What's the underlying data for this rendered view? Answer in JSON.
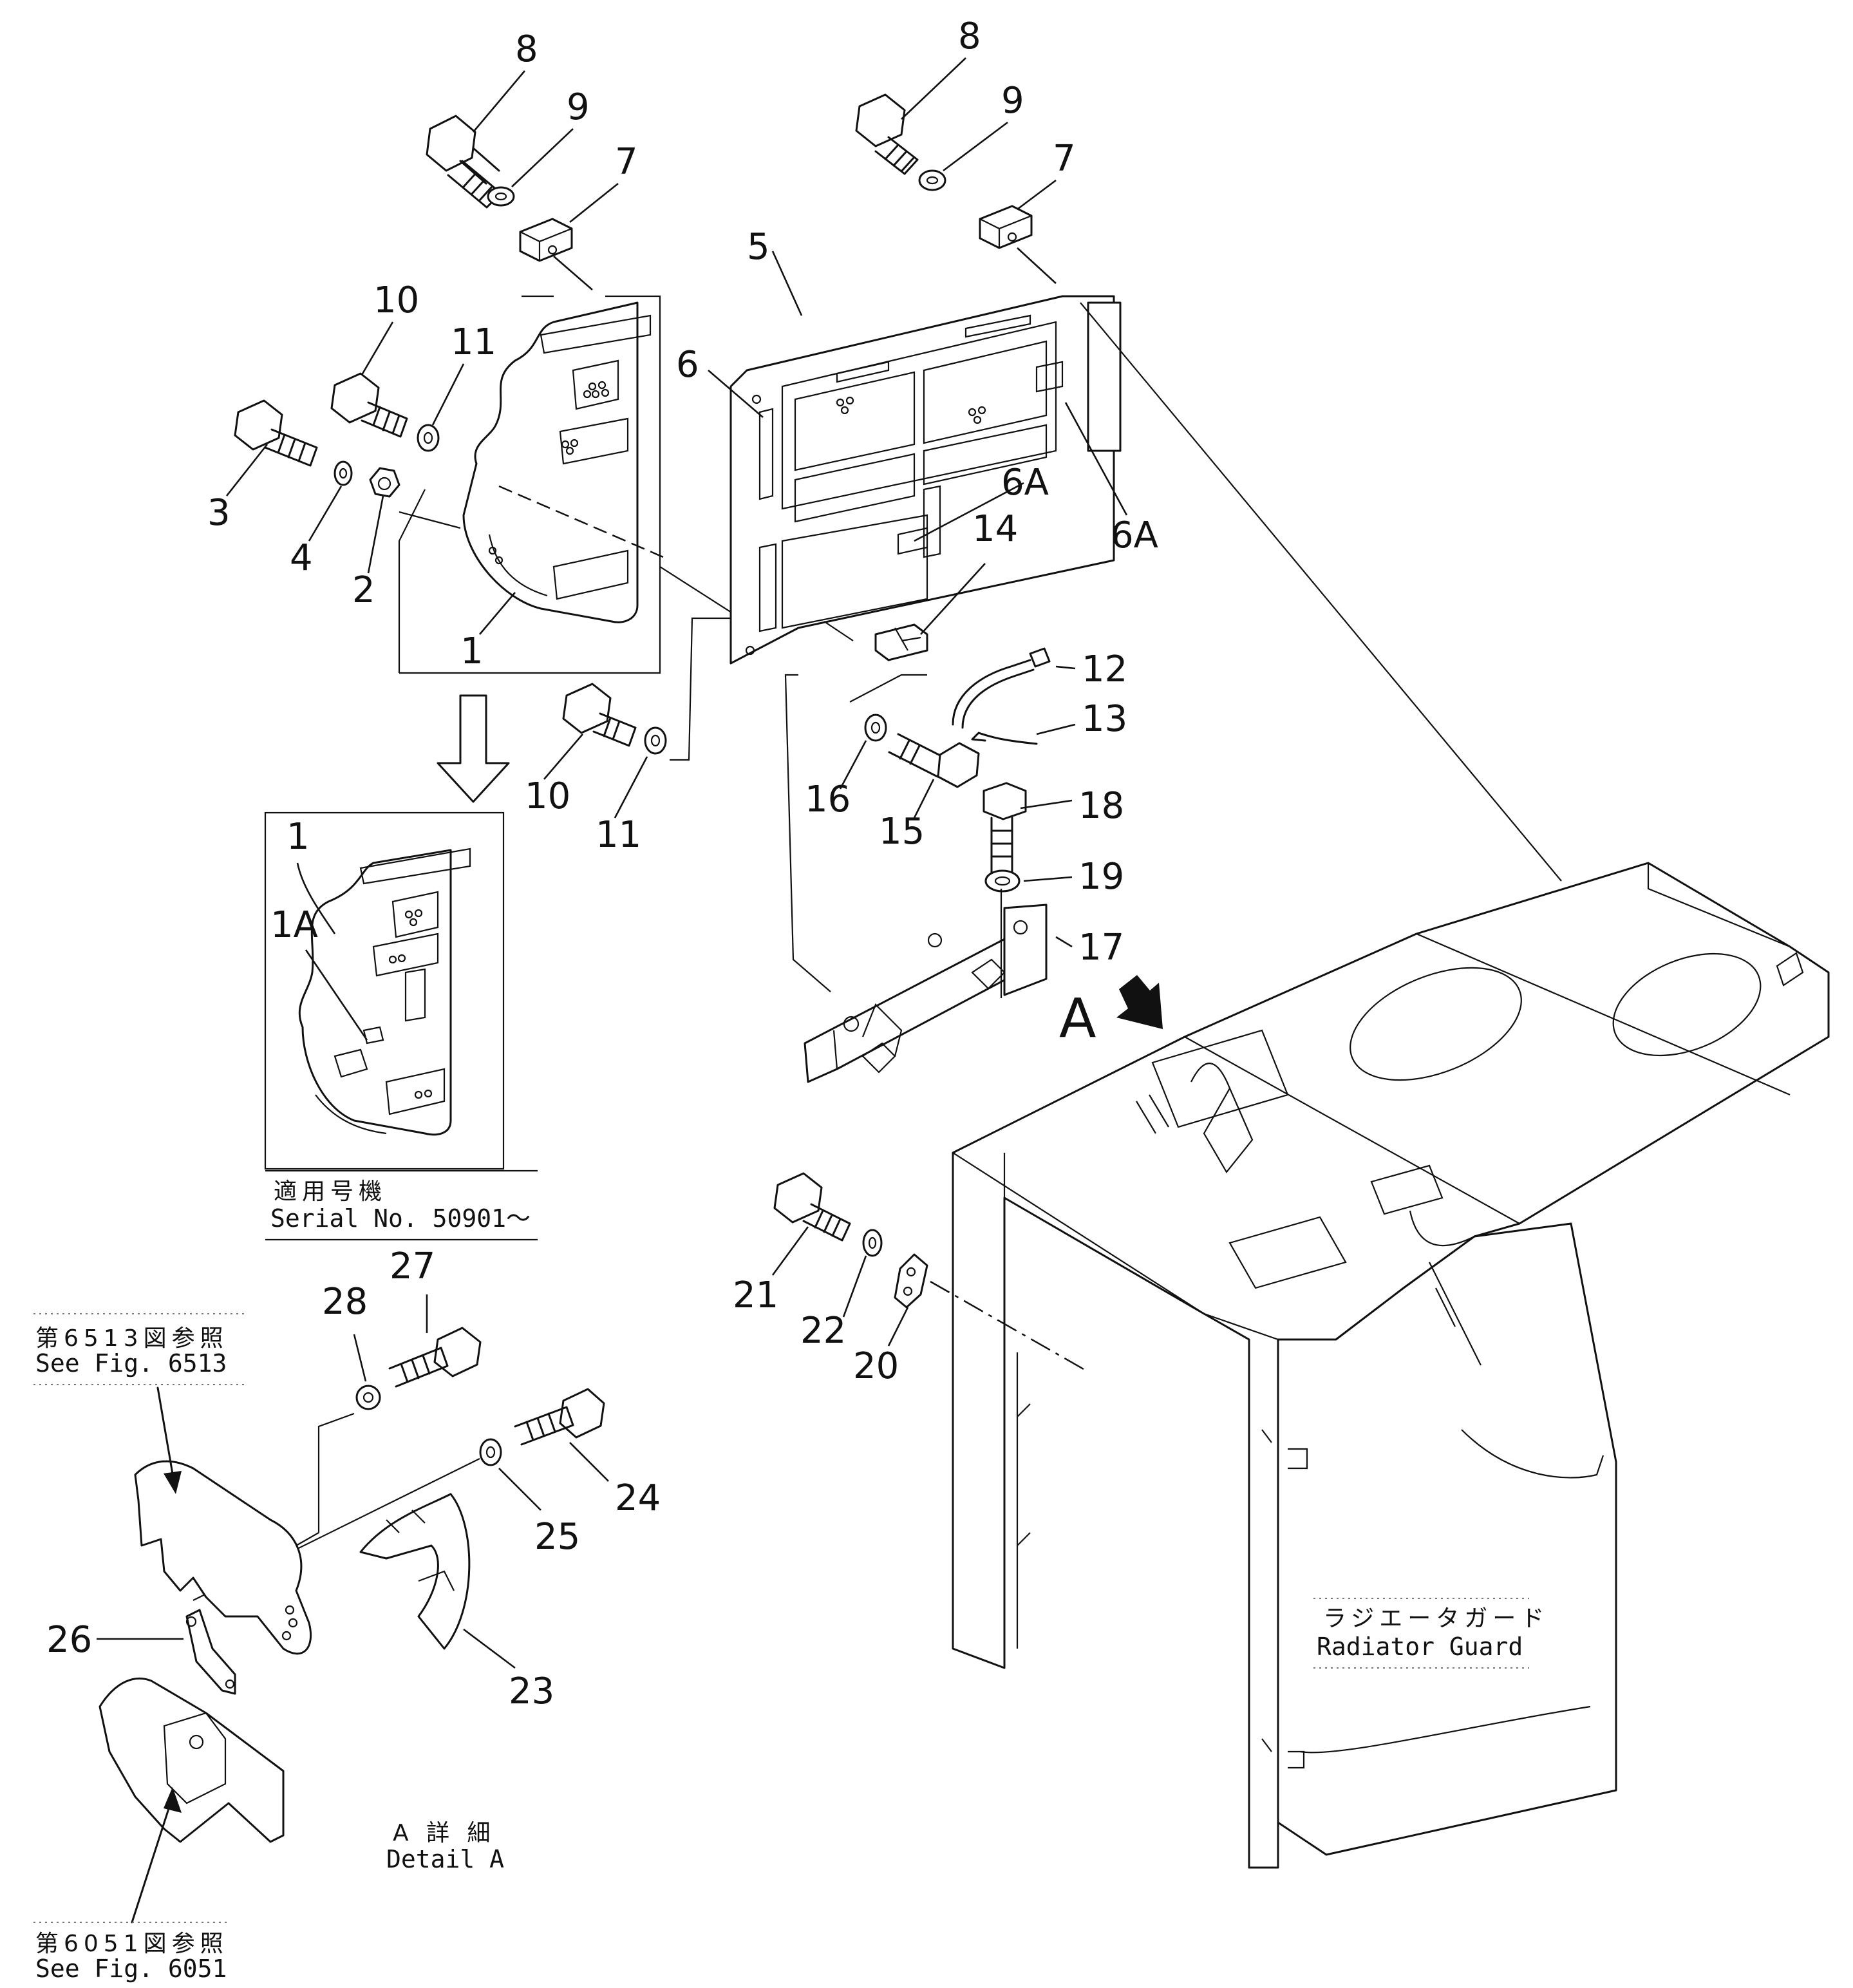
{
  "callouts": [
    {
      "id": "c8a",
      "label": "8"
    },
    {
      "id": "c9a",
      "label": "9"
    },
    {
      "id": "c7a",
      "label": "7"
    },
    {
      "id": "c10a",
      "label": "10"
    },
    {
      "id": "c11a",
      "label": "11"
    },
    {
      "id": "c3",
      "label": "3"
    },
    {
      "id": "c4",
      "label": "4"
    },
    {
      "id": "c2",
      "label": "2"
    },
    {
      "id": "c1a",
      "label": "1"
    },
    {
      "id": "c10b",
      "label": "10"
    },
    {
      "id": "c11b",
      "label": "11"
    },
    {
      "id": "c8b",
      "label": "8"
    },
    {
      "id": "c9b",
      "label": "9"
    },
    {
      "id": "c7b",
      "label": "7"
    },
    {
      "id": "c5",
      "label": "5"
    },
    {
      "id": "c6",
      "label": "6"
    },
    {
      "id": "c6Aa",
      "label": "6A"
    },
    {
      "id": "c6Ab",
      "label": "6A"
    },
    {
      "id": "c14",
      "label": "14"
    },
    {
      "id": "c12",
      "label": "12"
    },
    {
      "id": "c13",
      "label": "13"
    },
    {
      "id": "c16",
      "label": "16"
    },
    {
      "id": "c15",
      "label": "15"
    },
    {
      "id": "c18",
      "label": "18"
    },
    {
      "id": "c19",
      "label": "19"
    },
    {
      "id": "c17",
      "label": "17"
    },
    {
      "id": "c1b",
      "label": "1"
    },
    {
      "id": "c1A",
      "label": "1A"
    },
    {
      "id": "c21",
      "label": "21"
    },
    {
      "id": "c22",
      "label": "22"
    },
    {
      "id": "c20",
      "label": "20"
    },
    {
      "id": "c28",
      "label": "28"
    },
    {
      "id": "c27",
      "label": "27"
    },
    {
      "id": "c24",
      "label": "24"
    },
    {
      "id": "c25",
      "label": "25"
    },
    {
      "id": "c26",
      "label": "26"
    },
    {
      "id": "c23",
      "label": "23"
    }
  ],
  "view_marker": "A",
  "notes": {
    "serial_jp": "適用号機",
    "serial_en": "Serial  No.  50901～",
    "fig6513_jp": "第6513図参照",
    "fig6513_en": "See  Fig.  6513",
    "fig6051_jp": "第6051図参照",
    "fig6051_en": "See  Fig.  6051",
    "radiator_jp": "ラジエータガード",
    "radiator_en": "Radiator  Guard",
    "detail_jp": "A 詳 細",
    "detail_en": "Detail A"
  }
}
